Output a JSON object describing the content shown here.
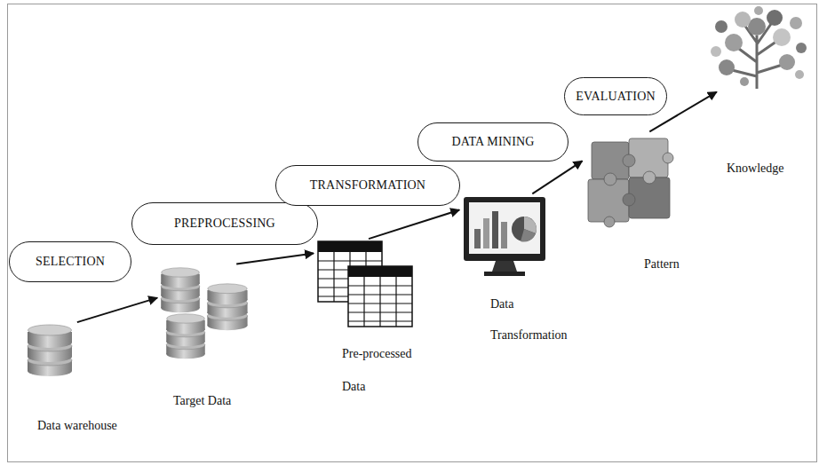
{
  "diagram": {
    "nodes": [
      {
        "text": [
          "Data warehouse"
        ]
      },
      {
        "text": [
          "SELECTION"
        ]
      },
      {
        "text": [
          "Target Data"
        ]
      },
      {
        "text": [
          "PREPROCESSING"
        ]
      },
      {
        "text": [
          "Pre-processed Data"
        ]
      },
      {
        "text": [
          "TRANSFORMATION"
        ]
      },
      {
        "text": [
          "Data Transformation"
        ]
      },
      {
        "text": [
          "DATA MINING"
        ]
      },
      {
        "text": [
          "Pattern"
        ]
      },
      {
        "text": [
          "EVALUATION"
        ]
      },
      {
        "text": [
          "Knowledge"
        ]
      }
    ],
    "edges": [
      {
        "from": 0,
        "to": 2,
        "arrow": "to"
      },
      {
        "from": 2,
        "to": 4,
        "arrow": "to"
      },
      {
        "from": 4,
        "to": 6,
        "arrow": "to"
      },
      {
        "from": 6,
        "to": 8,
        "arrow": "to"
      },
      {
        "from": 8,
        "to": 10,
        "arrow": "to"
      }
    ]
  }
}
